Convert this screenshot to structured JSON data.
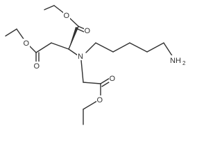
{
  "molecule": {
    "atom_labels": {
      "o_top_left_ester_ether": "O",
      "o_top_left_ester_carbonyl": "O",
      "o_top_ester_ether": "O",
      "o_top_ester_carbonyl": "O",
      "n_center": "N",
      "amine_main": "NH",
      "amine_subscript": "2",
      "o_bottom_ester_carbonyl": "O",
      "o_bottom_ester_ether": "O"
    }
  }
}
